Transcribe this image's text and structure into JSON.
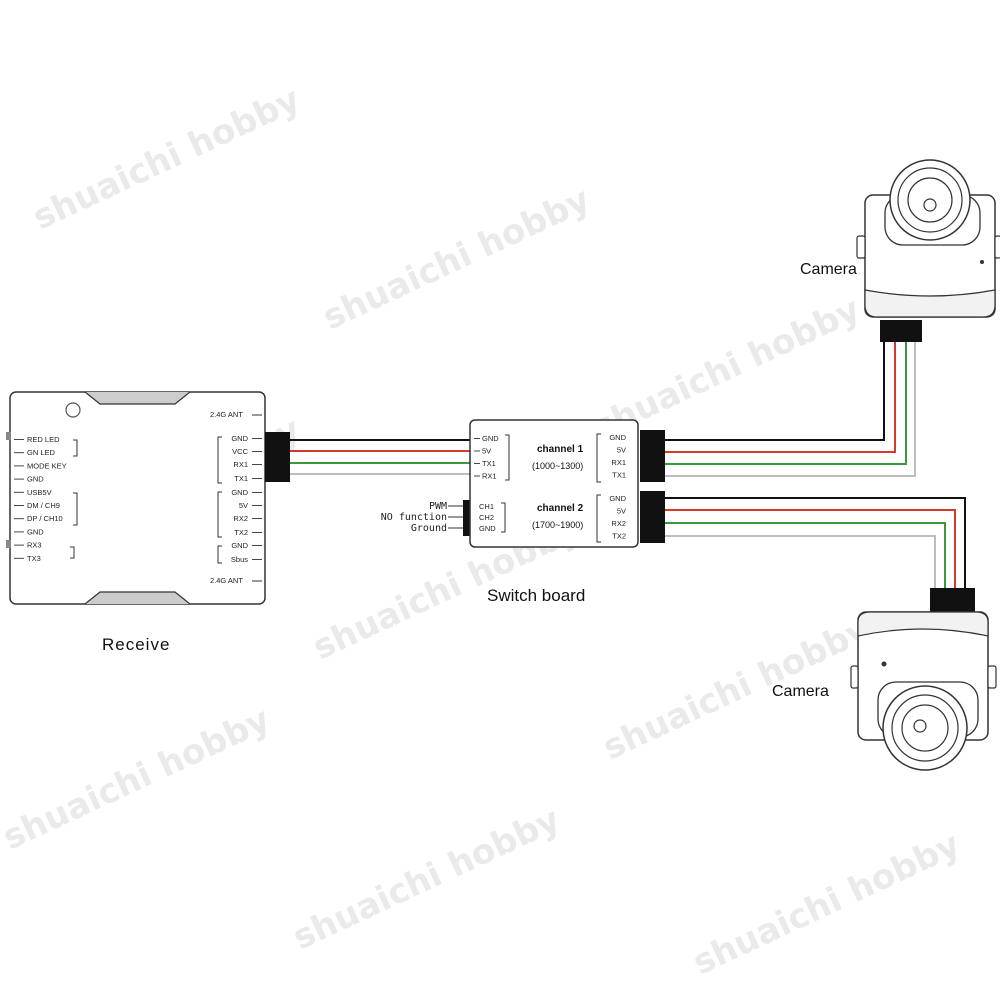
{
  "watermark": "shuaichi hobby",
  "colors": {
    "wire_black": "#111111",
    "wire_red": "#d23a2a",
    "wire_green": "#3a9a3a",
    "wire_white": "#c8c8c8",
    "outline": "#333333"
  },
  "receiver": {
    "label": "Receive",
    "ant_top": "2.4G ANT",
    "ant_bottom": "2.4G ANT",
    "left_pins": [
      "RED LED",
      "GN LED",
      "MODE KEY",
      "GND",
      "USB5V",
      "DM / CH9",
      "DP / CH10",
      "GND",
      "RX3",
      "TX3"
    ],
    "right_pins": [
      "GND",
      "VCC",
      "RX1",
      "TX1",
      "GND",
      "5V",
      "RX2",
      "TX2",
      "GND",
      "Sbus"
    ]
  },
  "switch_board": {
    "label": "Switch board",
    "left_pins": [
      "GND",
      "5V",
      "TX1",
      "RX1"
    ],
    "pwm_pins": [
      "CH1",
      "CH2",
      "GND"
    ],
    "pwm_labels": [
      "PWM",
      "NO function",
      "Ground"
    ],
    "channel1": {
      "title": "channel 1",
      "range": "(1000~1300)",
      "pins": [
        "GND",
        "5V",
        "RX1",
        "TX1"
      ]
    },
    "channel2": {
      "title": "channel 2",
      "range": "(1700~1900)",
      "pins": [
        "GND",
        "5V",
        "RX2",
        "TX2"
      ]
    }
  },
  "cameras": [
    {
      "label": "Camera"
    },
    {
      "label": "Camera"
    }
  ]
}
